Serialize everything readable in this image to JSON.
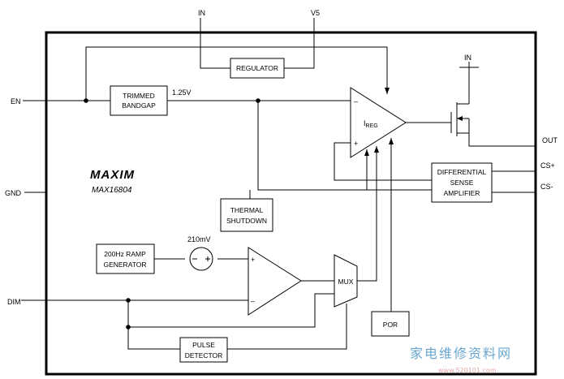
{
  "pins": {
    "in_top": "IN",
    "v5": "V5",
    "en": "EN",
    "gnd": "GND",
    "dim": "DIM",
    "in_fet": "IN",
    "out": "OUT",
    "cs_plus": "CS+",
    "cs_minus": "CS-"
  },
  "blocks": {
    "regulator": "REGULATOR",
    "bandgap": [
      "TRIMMED",
      "BANDGAP"
    ],
    "thermal": [
      "THERMAL",
      "SHUTDOWN"
    ],
    "diff_amp": [
      "DIFFERENTIAL",
      "SENSE",
      "AMPLIFIER"
    ],
    "ramp": [
      "200Hz RAMP",
      "GENERATOR"
    ],
    "pulse": [
      "PULSE",
      "DETECTOR"
    ],
    "por": "POR",
    "mux": "MUX"
  },
  "signals": {
    "ref_voltage": "1.25V",
    "ramp_offset": "210mV",
    "ireg_main": "I",
    "ireg_sub": "REG",
    "plus": "+",
    "minus": "–"
  },
  "brand": {
    "logo": "MAXIM",
    "part": "MAX16804"
  },
  "watermark": {
    "cn": "家电维修资料网",
    "url": "www.520101.com"
  }
}
